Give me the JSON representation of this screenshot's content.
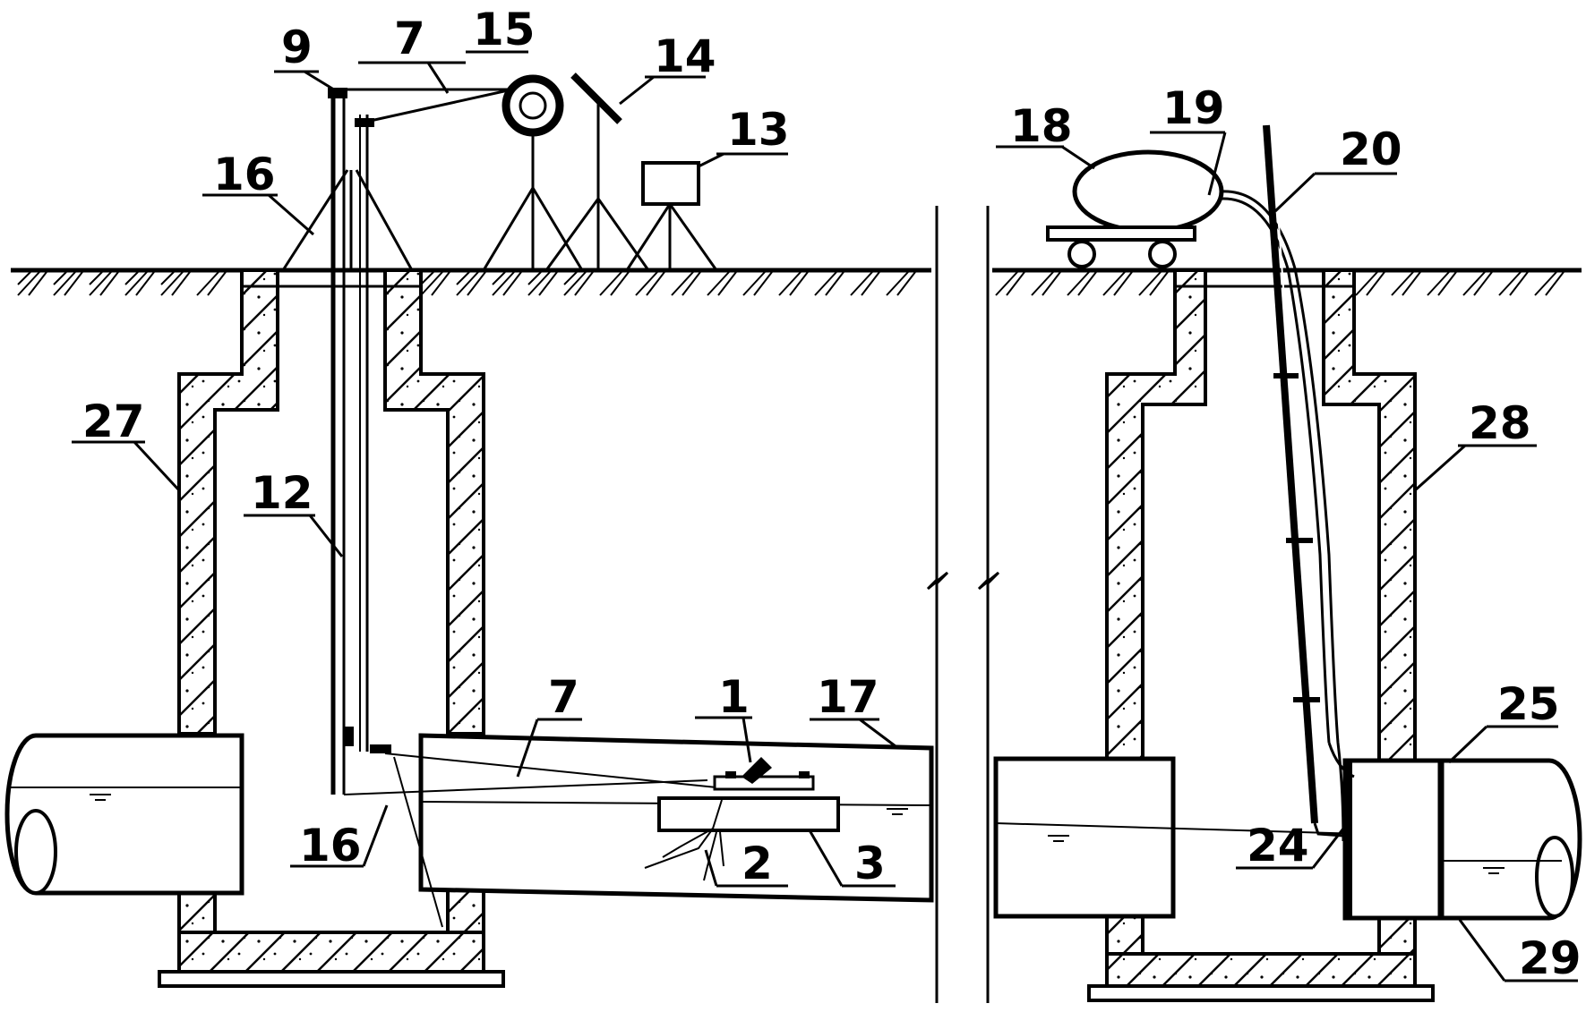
{
  "labels": {
    "l1": "1",
    "l2": "2",
    "l3": "3",
    "l7a": "7",
    "l7b": "7",
    "l9": "9",
    "l12": "12",
    "l13": "13",
    "l14": "14",
    "l15": "15",
    "l16a": "16",
    "l16b": "16",
    "l17": "17",
    "l18": "18",
    "l19": "19",
    "l20": "20",
    "l24": "24",
    "l25": "25",
    "l27": "27",
    "l28": "28",
    "l29": "29"
  }
}
